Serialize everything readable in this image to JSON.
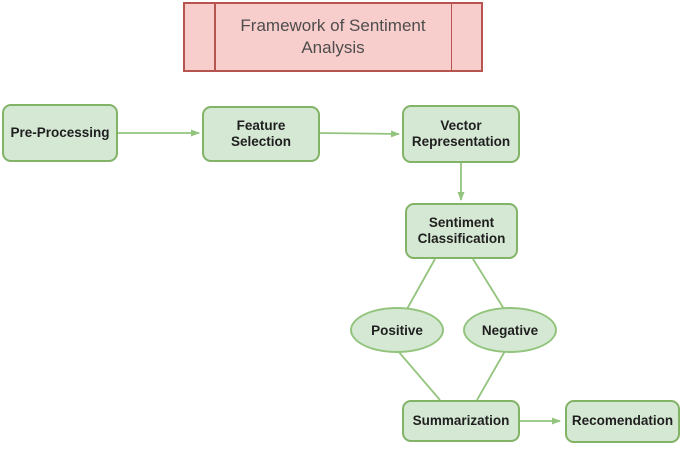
{
  "diagram": {
    "title": "Framework of Sentiment\nAnalysis",
    "title_display": "Framework of Sentiment Analysis"
  },
  "nodes": {
    "pre_processing": {
      "label": "Pre-Processing",
      "shape": "rounded-rectangle"
    },
    "feature_selection": {
      "label": "Feature Selection",
      "shape": "rounded-rectangle"
    },
    "vector_representation": {
      "label": "Vector Representation",
      "shape": "rounded-rectangle"
    },
    "sentiment_classification": {
      "label": "Sentiment Classification",
      "shape": "rounded-rectangle"
    },
    "positive": {
      "label": "Positive",
      "shape": "ellipse"
    },
    "negative": {
      "label": "Negative",
      "shape": "ellipse"
    },
    "summarization": {
      "label": "Summarization",
      "shape": "rounded-rectangle"
    },
    "recomendation": {
      "label": "Recomendation",
      "shape": "rounded-rectangle"
    }
  },
  "edges": [
    {
      "from": "pre_processing",
      "to": "feature_selection",
      "arrow": true
    },
    {
      "from": "feature_selection",
      "to": "vector_representation",
      "arrow": true
    },
    {
      "from": "vector_representation",
      "to": "sentiment_classification",
      "arrow": true
    },
    {
      "from": "sentiment_classification",
      "to": "positive",
      "arrow": false
    },
    {
      "from": "sentiment_classification",
      "to": "negative",
      "arrow": false
    },
    {
      "from": "positive",
      "to": "summarization",
      "arrow": false
    },
    {
      "from": "negative",
      "to": "summarization",
      "arrow": false
    },
    {
      "from": "summarization",
      "to": "recomendation",
      "arrow": true
    }
  ],
  "colors": {
    "node_fill": "#d5e8d4",
    "node_border": "#82b366",
    "connector": "#93c47d",
    "ellipse_border": "#93c47d",
    "title_fill": "#f8cecc",
    "title_border": "#b85450",
    "title_text": "#4d4d4d",
    "node_text": "#1f1f1f",
    "background": "#ffffff"
  }
}
